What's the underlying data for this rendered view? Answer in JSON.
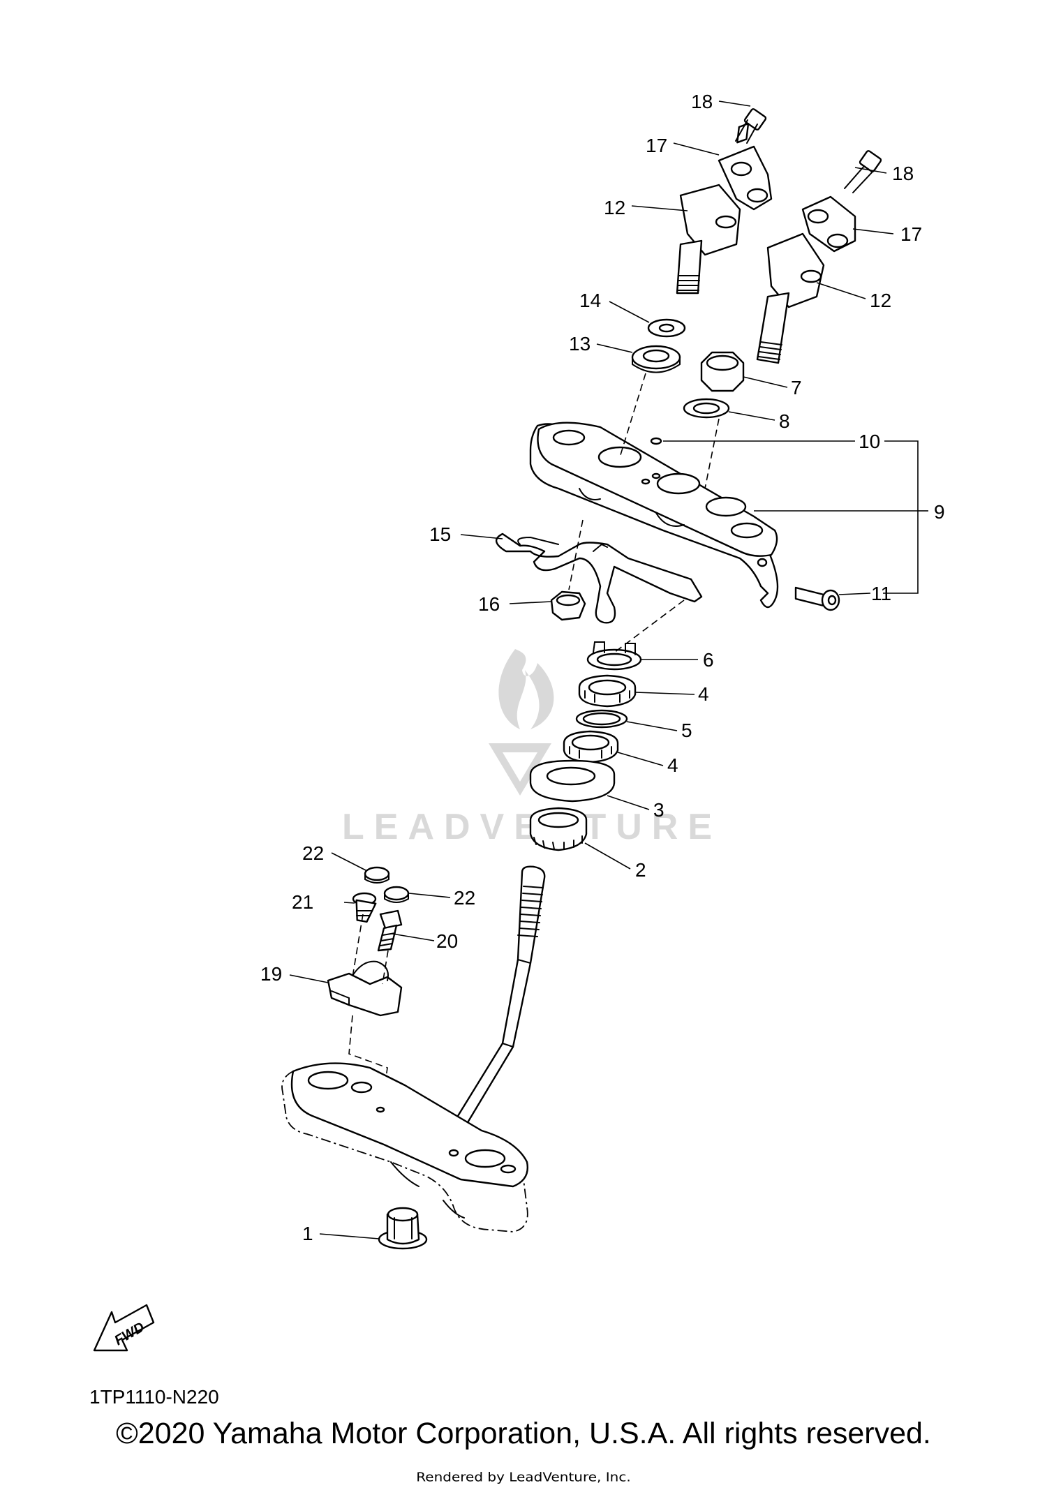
{
  "diagram": {
    "code": "1TP1110-N220",
    "copyright": "©2020 Yamaha Motor Corporation, U.S.A. All rights reserved.",
    "rendered_by": "Rendered by LeadVenture, Inc.",
    "watermark": "LEADVENTURE",
    "fwd_arrow_label": "FWD",
    "accent_color": "#000000",
    "watermark_color": "#d9d9d9",
    "callouts": [
      {
        "id": "c18a",
        "label": "18"
      },
      {
        "id": "c17a",
        "label": "17"
      },
      {
        "id": "c12a",
        "label": "12"
      },
      {
        "id": "c18b",
        "label": "18"
      },
      {
        "id": "c17b",
        "label": "17"
      },
      {
        "id": "c12b",
        "label": "12"
      },
      {
        "id": "c14",
        "label": "14"
      },
      {
        "id": "c13",
        "label": "13"
      },
      {
        "id": "c7",
        "label": "7"
      },
      {
        "id": "c8",
        "label": "8"
      },
      {
        "id": "c10",
        "label": "10"
      },
      {
        "id": "c9",
        "label": "9"
      },
      {
        "id": "c11",
        "label": "11"
      },
      {
        "id": "c15",
        "label": "15"
      },
      {
        "id": "c16",
        "label": "16"
      },
      {
        "id": "c6",
        "label": "6"
      },
      {
        "id": "c4a",
        "label": "4"
      },
      {
        "id": "c5",
        "label": "5"
      },
      {
        "id": "c4b",
        "label": "4"
      },
      {
        "id": "c3",
        "label": "3"
      },
      {
        "id": "c2",
        "label": "2"
      },
      {
        "id": "c22a",
        "label": "22"
      },
      {
        "id": "c22b",
        "label": "22"
      },
      {
        "id": "c21",
        "label": "21"
      },
      {
        "id": "c20",
        "label": "20"
      },
      {
        "id": "c19",
        "label": "19"
      },
      {
        "id": "c1",
        "label": "1"
      }
    ]
  }
}
